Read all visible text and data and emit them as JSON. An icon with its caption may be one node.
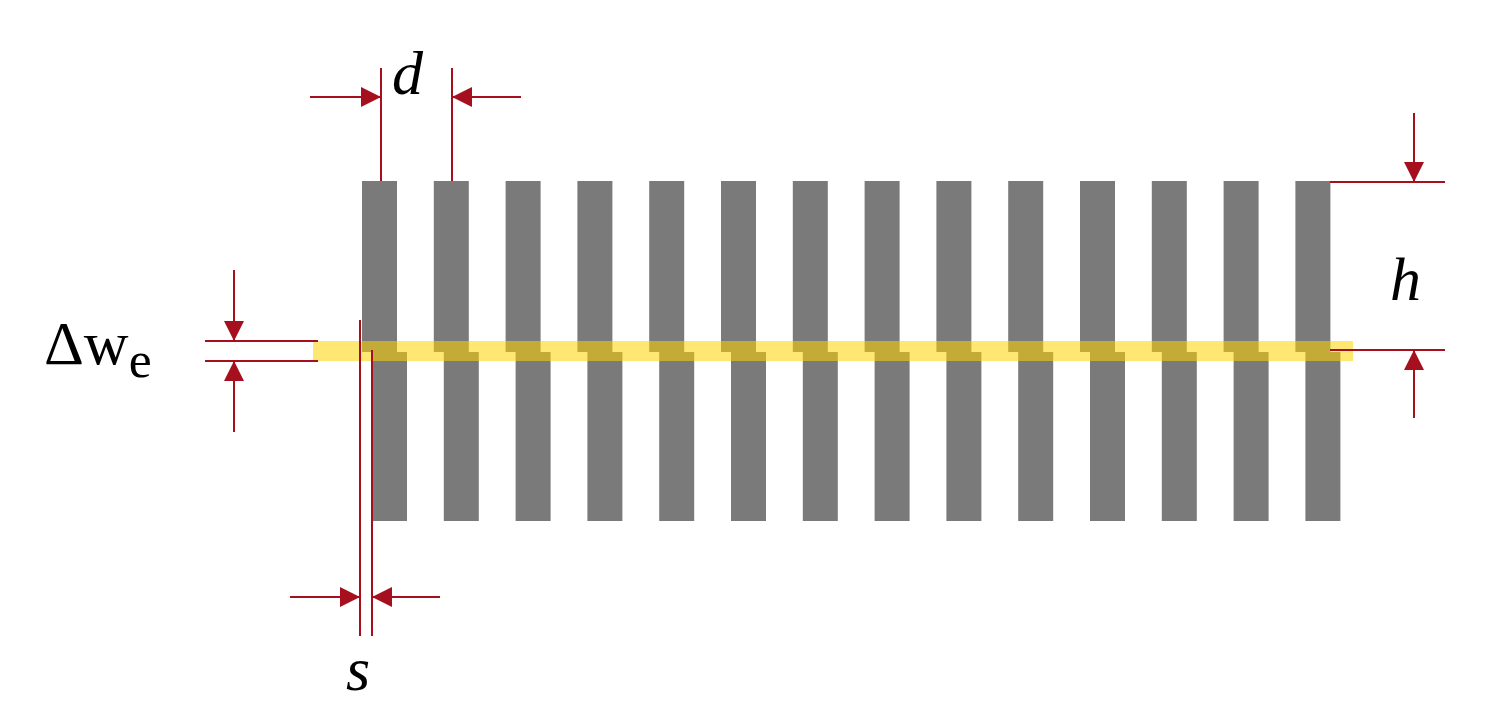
{
  "diagram": {
    "labels": [
      "d",
      "h",
      "Δw$_{e}$",
      "s"
    ]
  }
}
